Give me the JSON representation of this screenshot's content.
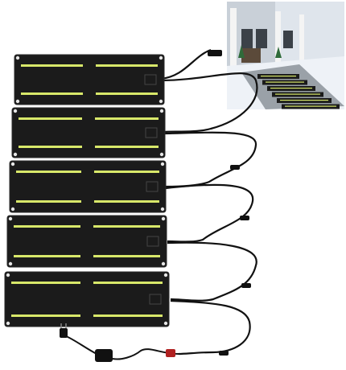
{
  "image": {
    "subject": "snow-melting-mat-set",
    "colors": {
      "background": "#ffffff",
      "mat": "#1b1b1b",
      "mat_edge": "#2a2a2a",
      "stripe": "#d8e86a",
      "grommet": "#e6e6e6",
      "cable": "#111111",
      "plug": "#b02020",
      "snow": "#eef2f7",
      "house": "#cfd6de",
      "porch_floor": "#9aa1a8"
    },
    "mat_count": 5,
    "inset_photo": {
      "scene": "snowy-porch-walkway-with-mats"
    }
  }
}
